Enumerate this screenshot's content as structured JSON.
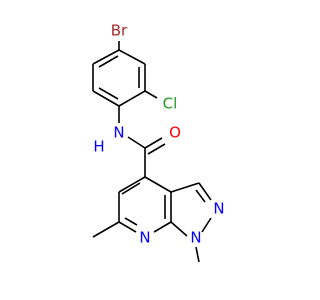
{
  "molecule": {
    "atoms": {
      "br": {
        "label": "Br",
        "color": "#a52a2a"
      },
      "cl": {
        "label": "Cl",
        "color": "#1f9c1f"
      },
      "o": {
        "label": "O",
        "color": "#ff0000"
      },
      "nh": {
        "label": "N",
        "color": "#0000ff"
      },
      "h": {
        "label": "H",
        "color": "#0000ff"
      },
      "n_pyridine": {
        "label": "N",
        "color": "#0000ff"
      },
      "n_pyrazole_upper": {
        "label": "N",
        "color": "#0000ff"
      },
      "n_pyrazole_lower": {
        "label": "N",
        "color": "#0000ff"
      }
    },
    "colors": {
      "bond": "#000000",
      "background": "#ffffff"
    }
  }
}
